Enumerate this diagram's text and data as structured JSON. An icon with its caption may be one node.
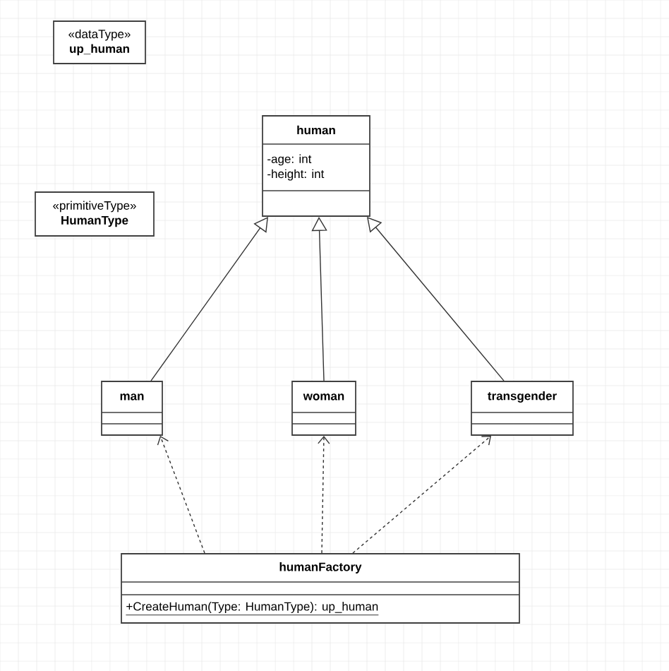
{
  "diagram": {
    "nodes": [
      {
        "text": [
          "«dataType»",
          "up_human"
        ]
      },
      {
        "text": [
          "«primitiveType»",
          "HumanType"
        ]
      },
      {
        "text": [
          "human",
          "-age: int",
          "-height: int"
        ]
      },
      {
        "text": [
          "man"
        ]
      },
      {
        "text": [
          "woman"
        ]
      },
      {
        "text": [
          "transgender"
        ]
      },
      {
        "text": [
          "humanFactory",
          "+CreateHuman(Type: HumanType): up_human"
        ]
      }
    ],
    "edges": [
      {
        "from": 3,
        "to": 2,
        "arrow": "to"
      },
      {
        "from": 4,
        "to": 2,
        "arrow": "to"
      },
      {
        "from": 5,
        "to": 2,
        "arrow": "to"
      },
      {
        "from": 6,
        "to": 3,
        "arrow": "to",
        "style": "dashed"
      },
      {
        "from": 6,
        "to": 4,
        "arrow": "to",
        "style": "dashed"
      },
      {
        "from": 6,
        "to": 5,
        "arrow": "to",
        "style": "dashed"
      }
    ]
  }
}
